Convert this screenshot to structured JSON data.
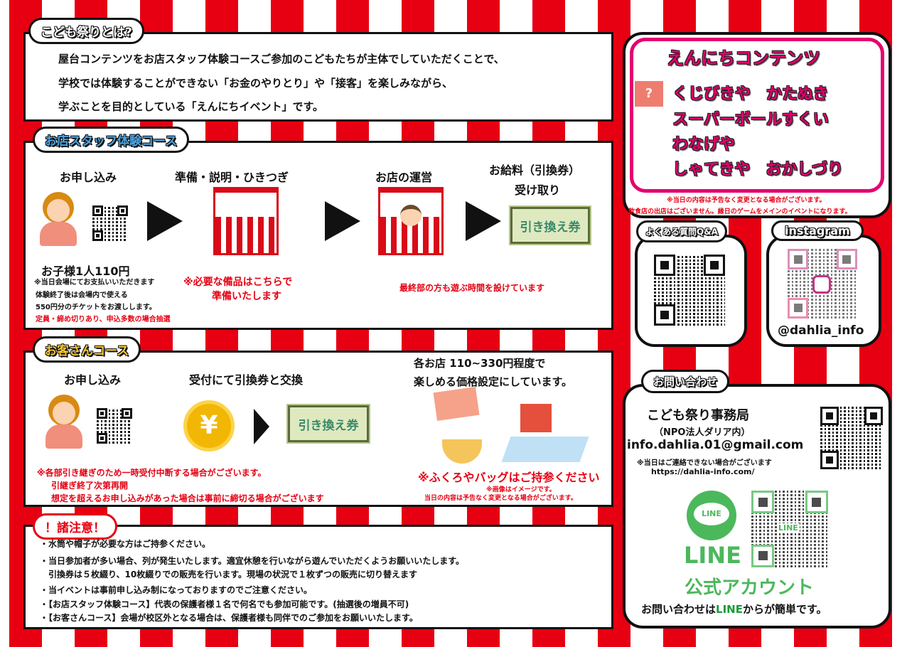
{
  "about": {
    "title": "こども祭りとは?",
    "lines": [
      "屋台コンテンツをお店スタッフ体験コースご参加のこどもたちが主体でしていただくことで、",
      "学校では体験することができない「お金のやりとり」や「接客」を楽しみながら、",
      "学ぶことを目的としている「えんにちイベント」です。"
    ]
  },
  "staff": {
    "title": "お店スタッフ体験コース",
    "steps": [
      "お申し込み",
      "準備・説明・ひきつぎ",
      "お店の運営",
      "お給料（引換券）",
      "受け取り"
    ],
    "price": "お子様1人110円",
    "notes": [
      "※当日会場にてお支払いいただきます",
      "体験終了後は会場内で使える",
      "550円分のチケットをお渡しします。"
    ],
    "limit": "定員・締め切りあり、申込多数の場合抽選",
    "prep": [
      "※必要な備品はこちらで",
      "準備いたします"
    ],
    "play": "最終部の方も遊ぶ時間を設けています",
    "ticket": "引き換え券"
  },
  "guest": {
    "title": "お客さんコース",
    "steps": [
      "お申し込み",
      "受付にて引換券と交換"
    ],
    "price_lines": [
      "各お店 110~330円程度で",
      "楽しめる価格設定にしています。"
    ],
    "coin": "¥",
    "ticket": "引き換え券",
    "notes": [
      "※各部引き継ぎのため一時受付中断する場合がございます。",
      "引継ぎ終了次第再開",
      "想定を超えるお申し込みがあった場合は事前に締切る場合がございます"
    ],
    "bag": "※ふくろやバッグはご持参ください",
    "img_note": "※画像はイメージです。",
    "change_note": "当日の内容は予告なく変更となる場合がございます。"
  },
  "caution": {
    "title": "！諸注意！",
    "items": [
      "・水筒や帽子が必要な方はご持参ください。",
      "・当日参加者が多い場合、列が発生いたします。適宜休憩を行いながら遊んでいただくようお願いいたします。",
      "　引換券は５枚綴り、10枚綴りでの販売を行います。現場の状況で１枚ずつの販売に切り替えます",
      "・当イベントは事前申し込み制になっておりますのでご注意ください。",
      "・【お店スタッフ体験コース】代表の保護者様１名で何名でも参加可能です。(抽選後の増員不可)",
      "・【お客さんコース】会場が校区外となる場合は、保護者様も同伴でのご参加をお願いいたします。"
    ]
  },
  "ennichi": {
    "title": "えんにちコンテンツ",
    "rows": [
      "くじびきや　かたぬき",
      "スーパーボールすくい",
      "わなげや",
      "しゃてきや　おかしづり"
    ],
    "notes": [
      "※当日の内容は予告なく変更となる場合がございます。",
      "飲食店の出店はございません。縁日のゲームをメインのイベントになります。"
    ]
  },
  "faq": {
    "title": "よくある質問Q&A"
  },
  "instagram": {
    "title": "instagram",
    "handle": "@dahlia_info"
  },
  "contact": {
    "title": "お問い合わせ",
    "org": "こども祭り事務局",
    "sub": "（NPO法人ダリア内）",
    "email": "info.dahlia.01@gmail.com",
    "note": "※当日はご連絡できない場合がございます",
    "url": "https://dahlia-info.com/",
    "line_badge": "LINE",
    "line_word": "LINE",
    "line_qr_label": "LINE",
    "line_official": "公式アカウント",
    "line_pre": "お問い合わせは",
    "line_mid": "LINE",
    "line_post": "からが簡単です。"
  },
  "colors": {
    "red": "#e60012",
    "pink": "#e4006f",
    "line_green": "#4cb85c"
  }
}
